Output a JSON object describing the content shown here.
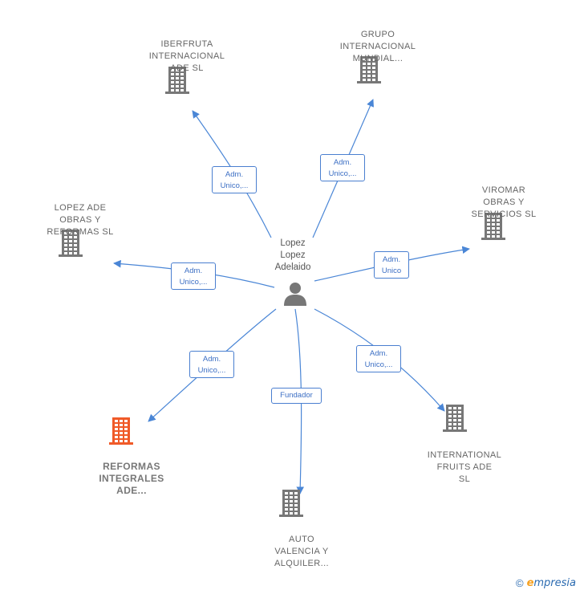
{
  "center": {
    "label": "Lopez\nLopez\nAdelaido",
    "icon": "person-icon"
  },
  "companies": [
    {
      "id": "iberfruta",
      "label": "IBERFRUTA\nINTERNACIONAL\nADE  SL",
      "icon": "building-icon"
    },
    {
      "id": "grupo",
      "label": "GRUPO\nINTERNACIONAL\nMUNDIAL...",
      "icon": "building-icon"
    },
    {
      "id": "viromar",
      "label": "VIROMAR\nOBRAS Y\nSERVICIOS  SL",
      "icon": "building-icon"
    },
    {
      "id": "lopez-ade",
      "label": "LOPEZ ADE\nOBRAS Y\nREFORMAS  SL",
      "icon": "building-icon"
    },
    {
      "id": "reformas",
      "label": "REFORMAS\nINTEGRALES\nADE...",
      "icon": "building-icon",
      "highlighted": true
    },
    {
      "id": "auto",
      "label": "AUTO\nVALENCIA Y\nALQUILER...",
      "icon": "building-icon"
    },
    {
      "id": "international",
      "label": "INTERNATIONAL\nFRUITS ADE\nSL",
      "icon": "building-icon"
    }
  ],
  "relations": [
    {
      "to": "iberfruta",
      "label": "Adm.\nUnico,..."
    },
    {
      "to": "grupo",
      "label": "Adm.\nUnico,..."
    },
    {
      "to": "viromar",
      "label": "Adm.\nUnico"
    },
    {
      "to": "lopez-ade",
      "label": "Adm.\nUnico,..."
    },
    {
      "to": "reformas",
      "label": "Adm.\nUnico,..."
    },
    {
      "to": "auto",
      "label": "Fundador"
    },
    {
      "to": "international",
      "label": "Adm.\nUnico,..."
    }
  ],
  "colors": {
    "edge": "#4a86d6",
    "building": "#777777",
    "building_highlight": "#f05a28",
    "person": "#777777"
  },
  "footer": {
    "copyright": "©",
    "brand_first": "e",
    "brand_rest": "mpresia"
  }
}
